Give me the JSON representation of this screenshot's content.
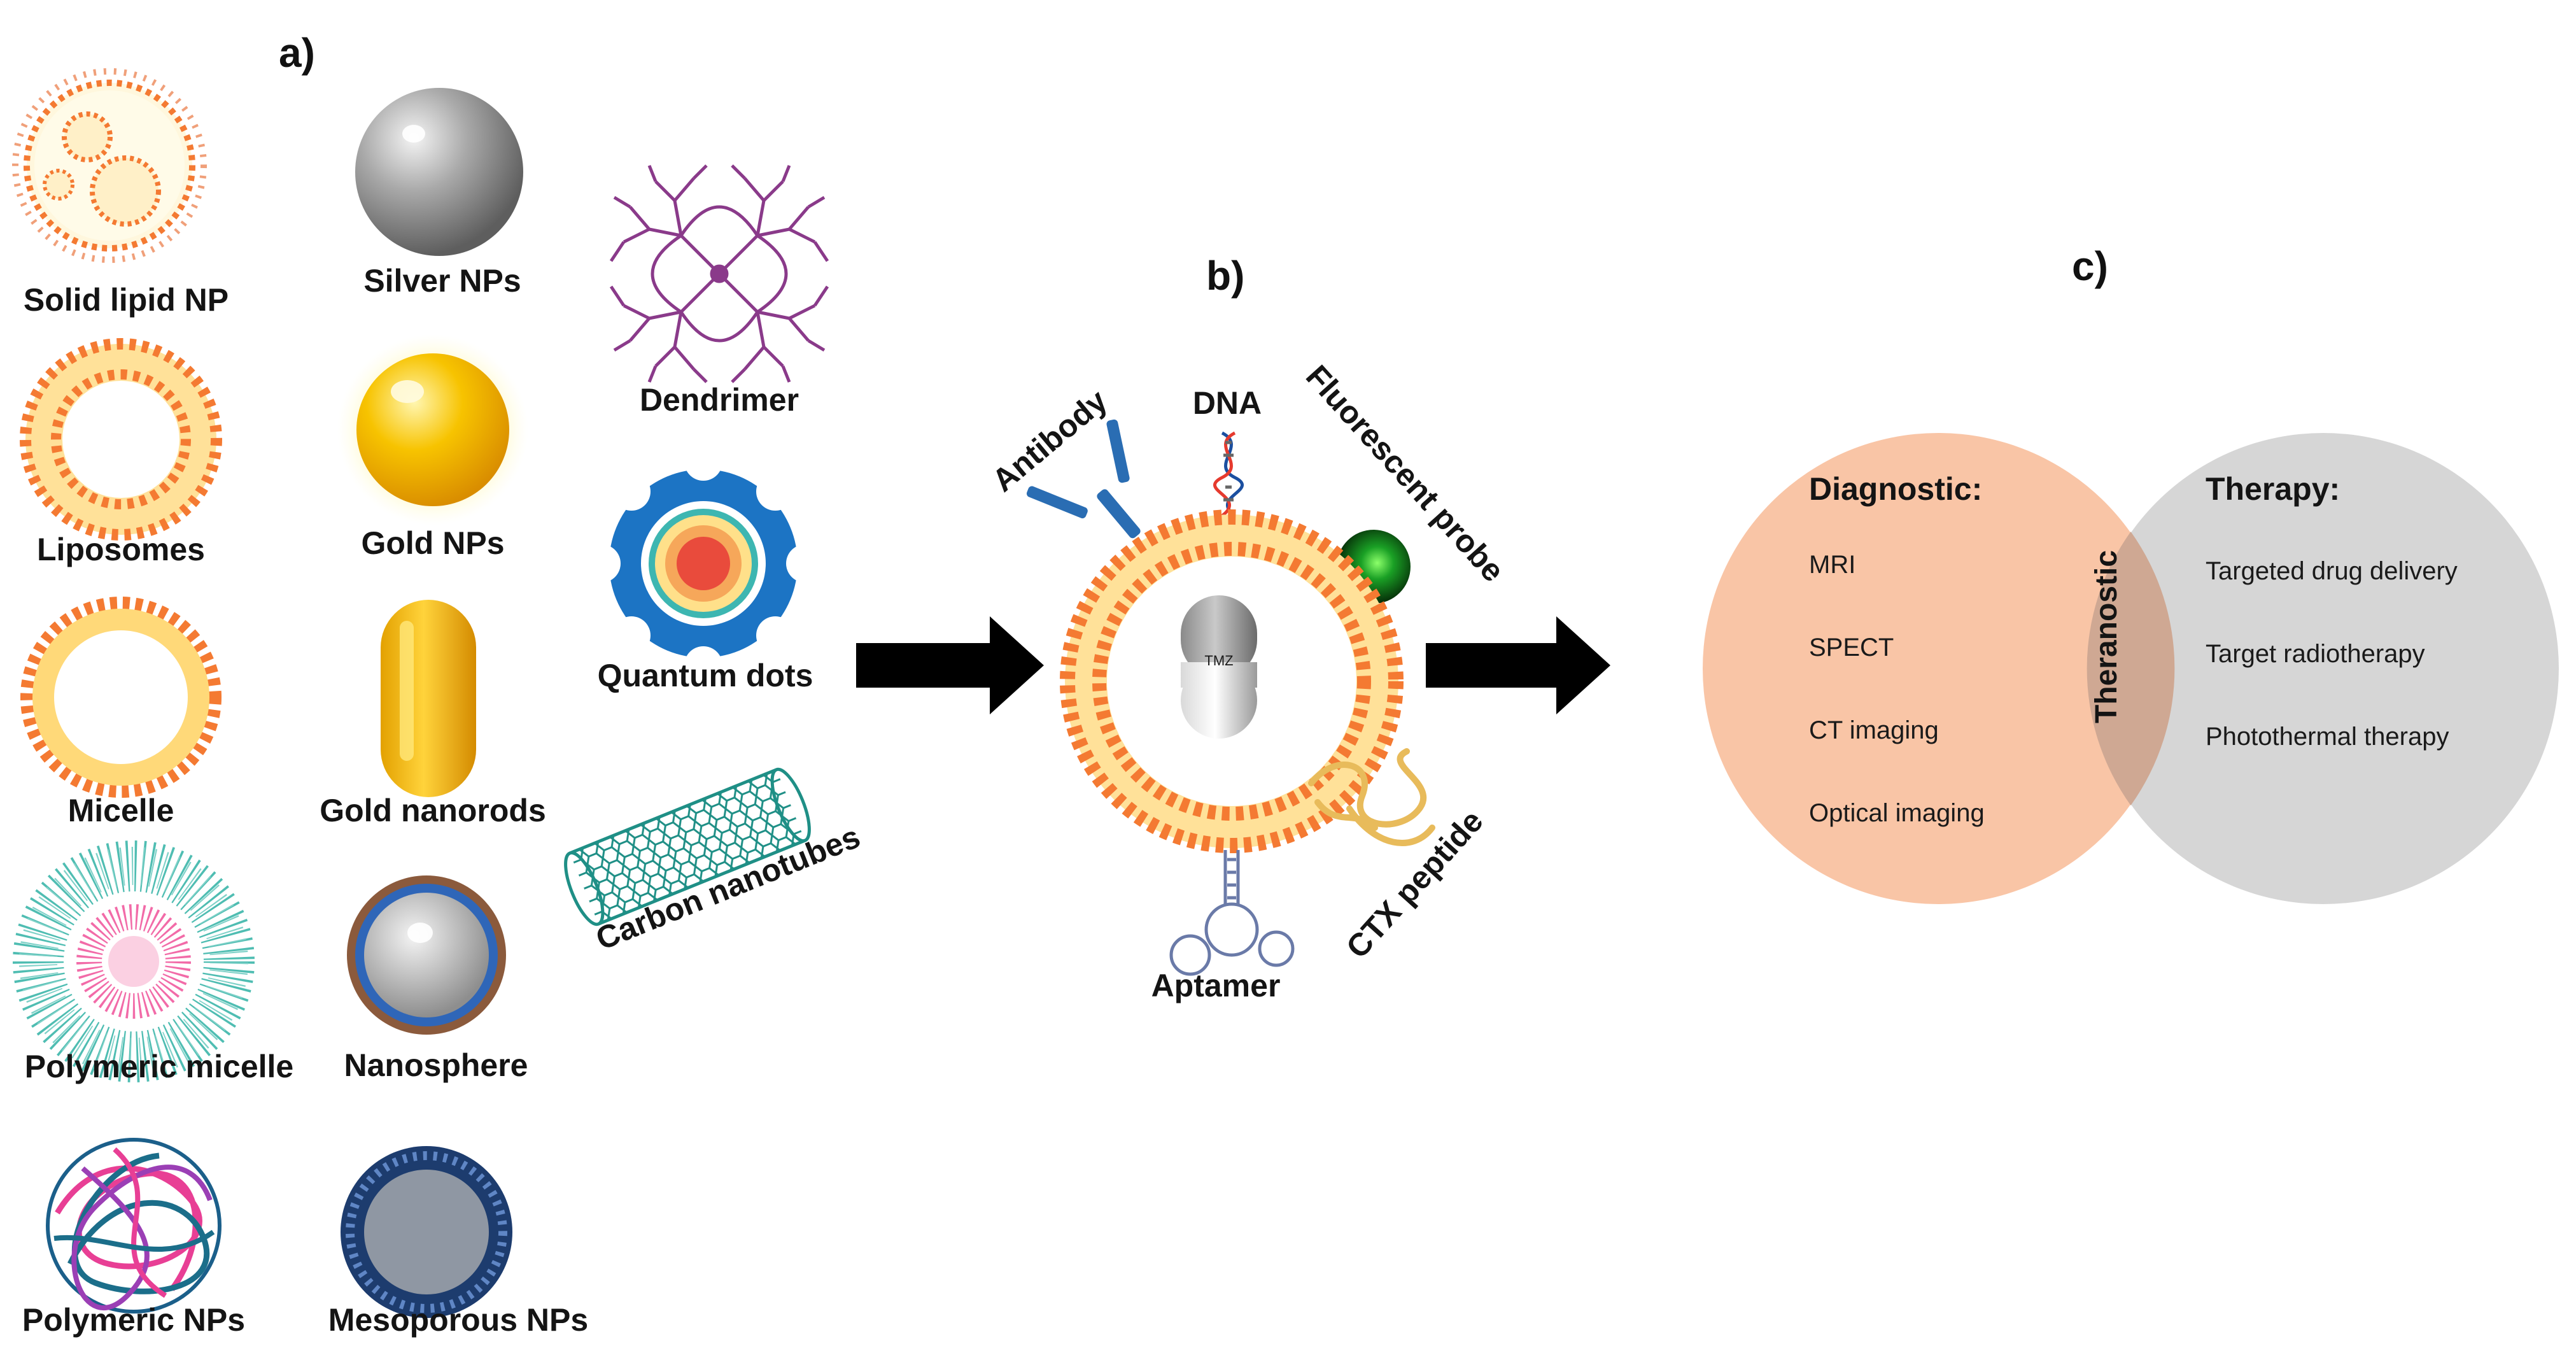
{
  "panels": {
    "a": "a)",
    "b": "b)",
    "c": "c)"
  },
  "nanoparticles": {
    "solid_lipid": "Solid lipid NP",
    "liposomes": "Liposomes",
    "micelle": "Micelle",
    "polymeric_micelle": "Polymeric micelle",
    "polymeric_nps": "Polymeric NPs",
    "silver": "Silver NPs",
    "gold": "Gold NPs",
    "gold_nanorods": "Gold nanorods",
    "nanosphere": "Nanosphere",
    "mesoporous": "Mesoporous NPs",
    "dendrimer": "Dendrimer",
    "quantum_dots": "Quantum dots",
    "carbon_nanotubes": "Carbon nanotubes"
  },
  "functionalized": {
    "antibody": "Antibody",
    "dna": "DNA",
    "fluorescent_probe": "Fluorescent probe",
    "ctx_peptide": "CTX peptide",
    "aptamer": "Aptamer",
    "drug_label": "TMZ"
  },
  "venn": {
    "diagnostic_title": "Diagnostic:",
    "diagnostic_items": [
      "MRI",
      "SPECT",
      "CT imaging",
      "Optical imaging"
    ],
    "therapy_title": "Therapy:",
    "therapy_items": [
      "Targeted drug delivery",
      "Target radiotherapy",
      "Photothermal therapy"
    ],
    "overlap": "Theranostic",
    "colors": {
      "diagnostic": "#f9c5a6",
      "therapy": "#d6d6d6",
      "overlap": "#cfa893"
    }
  },
  "colors": {
    "lipid_orange": "#f47a32",
    "lipid_yellow": "#ffd979",
    "gold": "#f2b705",
    "silver": "#8c8c8c",
    "antibody_blue": "#2a6db3",
    "quantum_blue": "#1c74c4",
    "nanotube_teal": "#1f8f86",
    "probe_green": "#1fb02a"
  }
}
